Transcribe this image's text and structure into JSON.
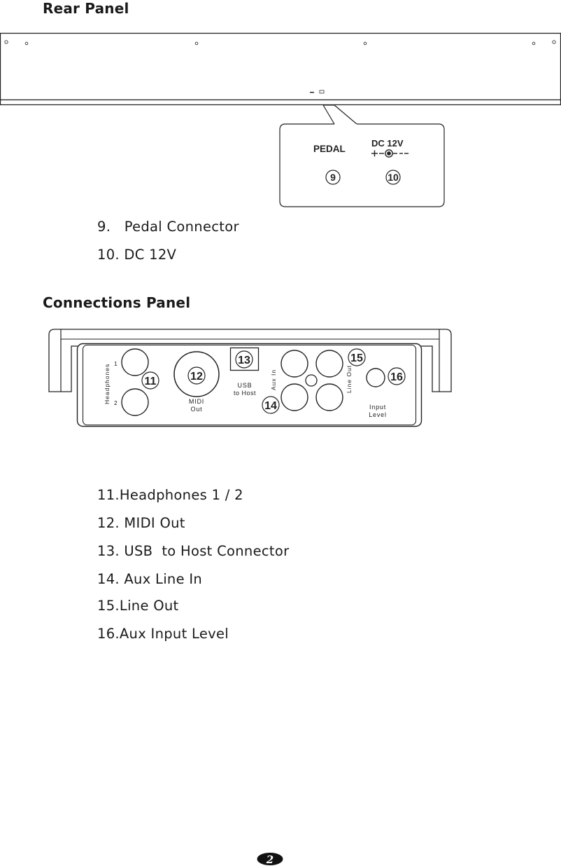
{
  "rear_panel": {
    "heading": "Rear Panel",
    "callout": {
      "pedal_label": "PEDAL",
      "dc_label": "DC 12V",
      "num_pedal": "9",
      "num_dc": "10"
    },
    "items": [
      "9.   Pedal Connector",
      "10. DC 12V"
    ]
  },
  "connections_panel": {
    "heading": "Connections Panel",
    "labels": {
      "headphones": "Headphones",
      "hp1": "1",
      "hp2": "2",
      "midi_line1": "MIDI",
      "midi_line2": "Out",
      "usb_line1": "USB",
      "usb_line2": "to Host",
      "aux_in": "Aux In",
      "line_out": "Line Out",
      "input_line1": "Input",
      "input_line2": "Level"
    },
    "numbers": {
      "n11": "11",
      "n12": "12",
      "n13": "13",
      "n14": "14",
      "n15": "15",
      "n16": "16"
    },
    "items": [
      "11.Headphones 1 / 2",
      "12. MIDI Out",
      "13. USB  to Host Connector",
      "14. Aux Line In",
      "15.Line Out",
      "16.Aux Input Level"
    ]
  },
  "footer": {
    "page_number": "2"
  }
}
